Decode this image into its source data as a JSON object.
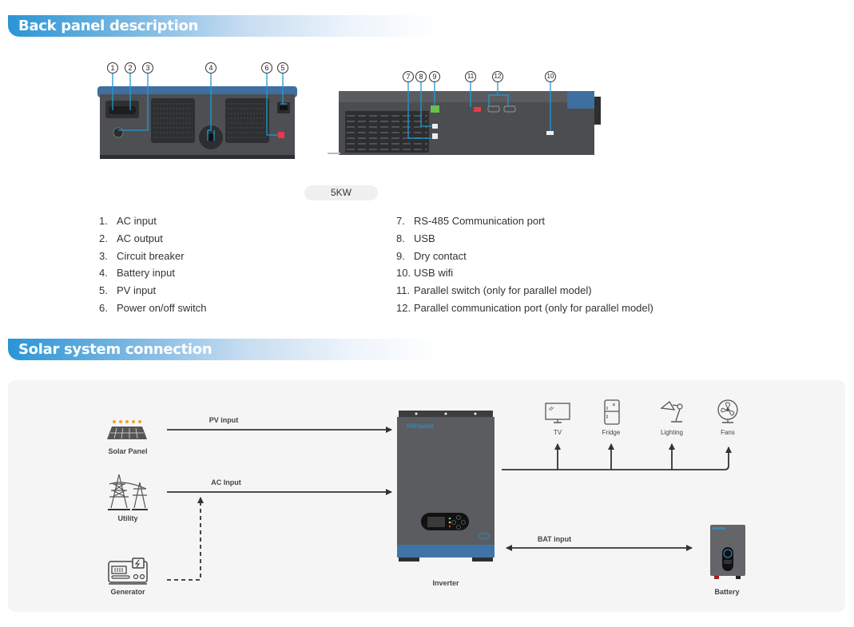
{
  "sections": {
    "back_panel": {
      "title": "Back panel description"
    },
    "solar_connection": {
      "title": "Solar system connection"
    }
  },
  "back_panel": {
    "model_label": "5KW",
    "callouts_front": [
      "1",
      "2",
      "3",
      "4",
      "6",
      "5"
    ],
    "callouts_side": [
      "7",
      "8",
      "9",
      "11",
      "12",
      "10"
    ],
    "items_left": [
      {
        "num": "1.",
        "label": "AC input"
      },
      {
        "num": "2.",
        "label": "AC output"
      },
      {
        "num": "3.",
        "label": "Circuit breaker"
      },
      {
        "num": "4.",
        "label": "Battery input"
      },
      {
        "num": "5.",
        "label": "PV input"
      },
      {
        "num": "6.",
        "label": "Power on/off switch"
      }
    ],
    "items_right": [
      {
        "num": "7.",
        "label": "RS-485 Communication port"
      },
      {
        "num": "8.",
        "label": "USB"
      },
      {
        "num": "9.",
        "label": "Dry contact"
      },
      {
        "num": "10.",
        "label": "USB wifi"
      },
      {
        "num": "11.",
        "label": "Parallel switch (only for parallel model)"
      },
      {
        "num": "12.",
        "label": "Parallel communication port (only for parallel model)"
      }
    ]
  },
  "diagram": {
    "sources": {
      "solar_panel": "Solar Panel",
      "utility": "Utility",
      "generator": "Generator"
    },
    "connections": {
      "pv_input": "PV input",
      "ac_input": "AC Input",
      "bat_input": "BAT input"
    },
    "inverter": {
      "label": "Inverter",
      "brand": "Infinisolar"
    },
    "battery": {
      "label": "Battery"
    },
    "loads": [
      "TV",
      "Fridge",
      "Lighting",
      "Fans"
    ]
  },
  "colors": {
    "accent_blue": "#2a95d6",
    "device_gray": "#5a5c5f",
    "device_blue": "#3f74a8",
    "callout_line": "#1f9ad6"
  }
}
